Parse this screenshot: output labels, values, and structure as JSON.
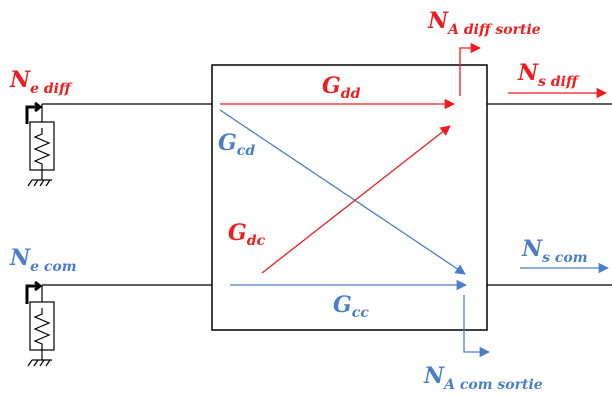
{
  "colors": {
    "red": "#ee1c1c",
    "blue": "#4a7ec8",
    "black": "#000000"
  },
  "labels": {
    "ne_diff": {
      "main": "N",
      "sub": "e diff"
    },
    "ne_com": {
      "main": "N",
      "sub": "e com"
    },
    "ns_diff": {
      "main": "N",
      "sub": "s diff"
    },
    "ns_com": {
      "main": "N",
      "sub": "s com"
    },
    "na_diff_sortie": {
      "main": "N",
      "sub": "A diff sortie"
    },
    "na_com_sortie": {
      "main": "N",
      "sub": "A com sortie"
    },
    "g_dd": {
      "main": "G",
      "sub": "dd"
    },
    "g_cd": {
      "main": "G",
      "sub": "cd"
    },
    "g_dc": {
      "main": "G",
      "sub": "dc"
    },
    "g_cc": {
      "main": "G",
      "sub": "cc"
    }
  }
}
